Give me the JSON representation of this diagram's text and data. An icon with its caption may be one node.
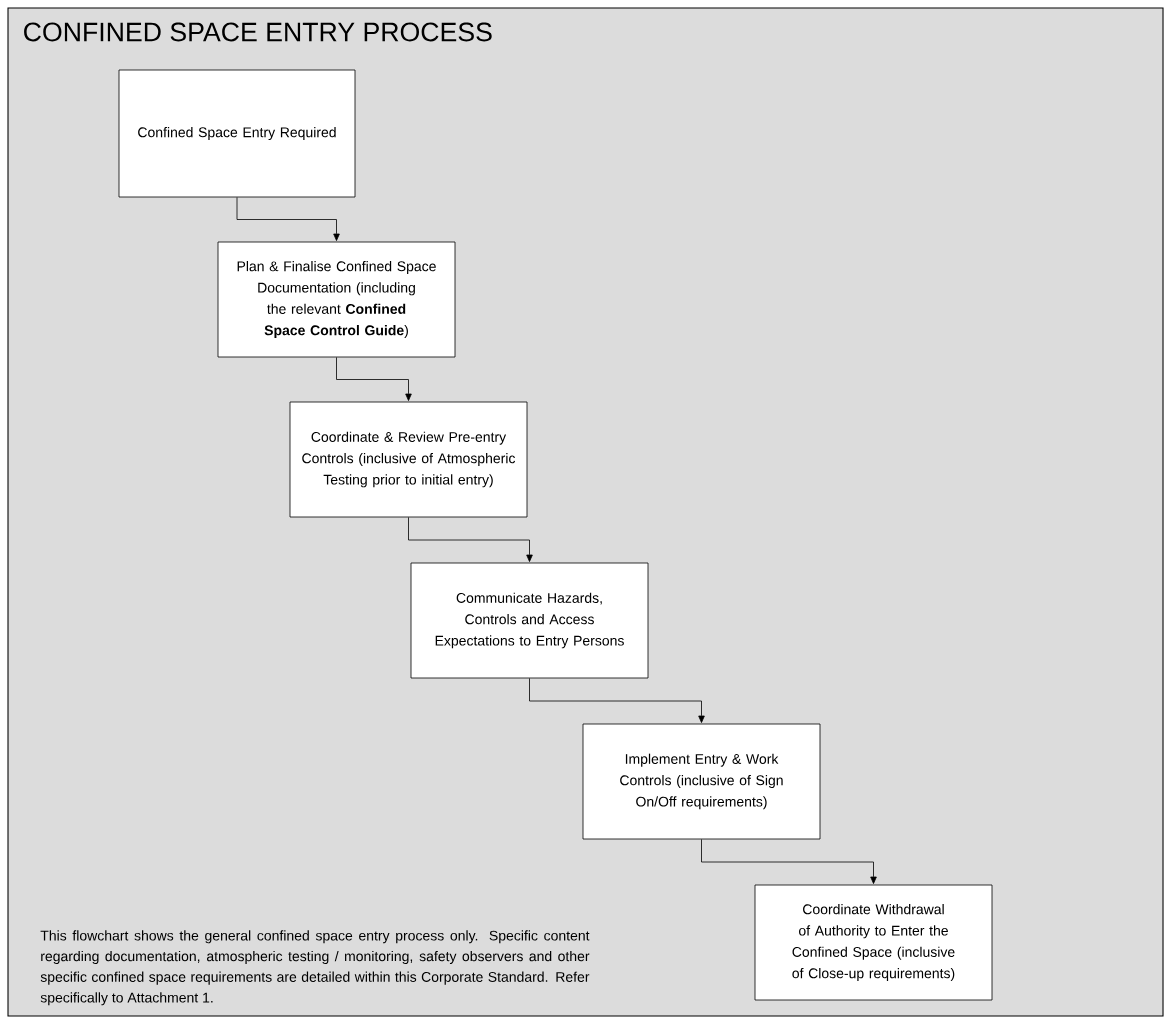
{
  "diagram": {
    "title": "CONFINED SPACE ENTRY PROCESS",
    "nodes": [
      {
        "text": [
          "Confined Space Entry Required"
        ]
      },
      {
        "text": [
          "Plan & Finalise Confined Space Documentation (including the relevant **Confined Space Control Guide**)"
        ]
      },
      {
        "text": [
          "Coordinate & Review Pre-entry Controls (inclusive of Atmospheric Testing prior to initial entry)"
        ]
      },
      {
        "text": [
          "Communicate Hazards, Controls and Access Expectations to Entry Persons"
        ]
      },
      {
        "text": [
          "Implement Entry & Work Controls (inclusive of Sign On/Off requirements)"
        ]
      },
      {
        "text": [
          "Coordinate Withdrawal of Authority to Enter the Confined Space (inclusive of Close-up requirements)"
        ]
      }
    ],
    "edges": [
      {
        "from": 0,
        "to": 1,
        "arrow": "to"
      },
      {
        "from": 1,
        "to": 2,
        "arrow": "to"
      },
      {
        "from": 2,
        "to": 3,
        "arrow": "to"
      },
      {
        "from": 3,
        "to": 4,
        "arrow": "to"
      },
      {
        "from": 4,
        "to": 5,
        "arrow": "to"
      }
    ],
    "labels": [
      "This flowchart shows the general confined space entry process only. Specific content regarding documentation, atmospheric testing / monitoring, safety observers and other specific confined space requirements are detailed within this Corporate Standard.  Refer specifically to Attachment 1."
    ]
  }
}
